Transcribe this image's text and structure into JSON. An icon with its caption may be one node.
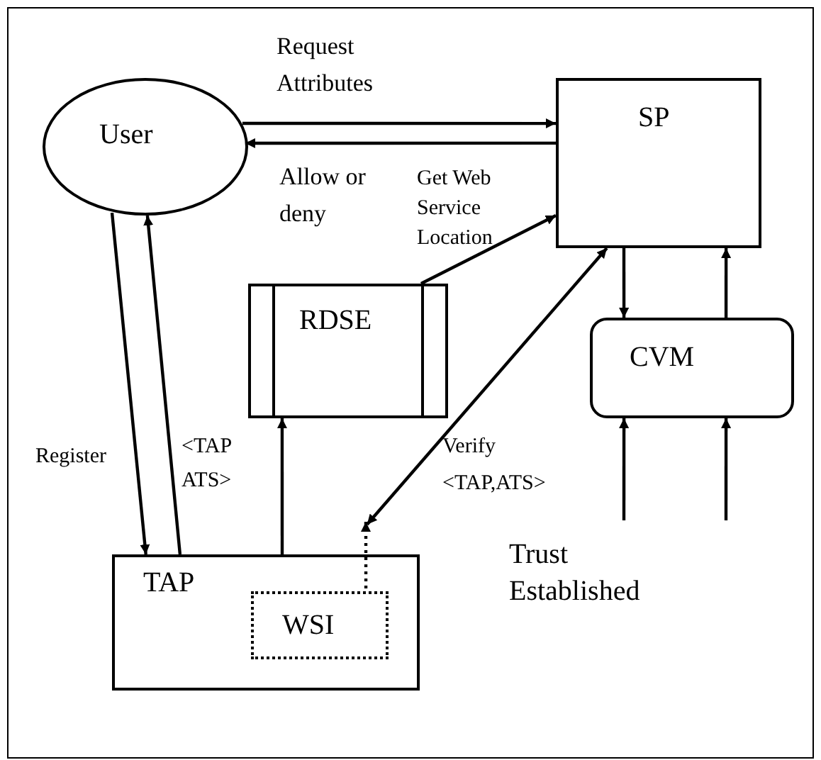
{
  "diagram": {
    "nodes": [
      {
        "text": [
          "User"
        ]
      },
      {
        "text": [
          "SP"
        ]
      },
      {
        "text": [
          "RDSE"
        ]
      },
      {
        "text": [
          "CVM"
        ]
      },
      {
        "text": [
          "TAP"
        ]
      },
      {
        "text": [
          "WSI"
        ],
        "in": 4
      }
    ],
    "edges": [
      {
        "from": 0,
        "to": 1,
        "arrow": "to",
        "label": "Request Attributes"
      },
      {
        "from": 1,
        "to": 0,
        "arrow": "to",
        "label": "Allow or deny"
      },
      {
        "from": 2,
        "to": 1,
        "arrow": "to",
        "label": "Get Web Service Location"
      },
      {
        "from": 1,
        "to": 4,
        "arrow": "both",
        "label": "Verify <TAP,ATS>"
      },
      {
        "from": 0,
        "to": 4,
        "arrow": "to",
        "label": "Register"
      },
      {
        "from": 4,
        "to": 0,
        "arrow": "to",
        "label": "<TAP ATS>"
      },
      {
        "from": 4,
        "to": 2,
        "arrow": "to"
      },
      {
        "from": 1,
        "to": 3,
        "arrow": "to"
      },
      {
        "from": 3,
        "to": 1,
        "arrow": "to"
      },
      {
        "from": null,
        "to": 3,
        "arrow": "to"
      },
      {
        "from": null,
        "to": 3,
        "arrow": "to"
      },
      {
        "from": 5,
        "to": null,
        "arrow": "to",
        "style": "dashed"
      }
    ],
    "labels": [
      "Trust Established"
    ]
  }
}
